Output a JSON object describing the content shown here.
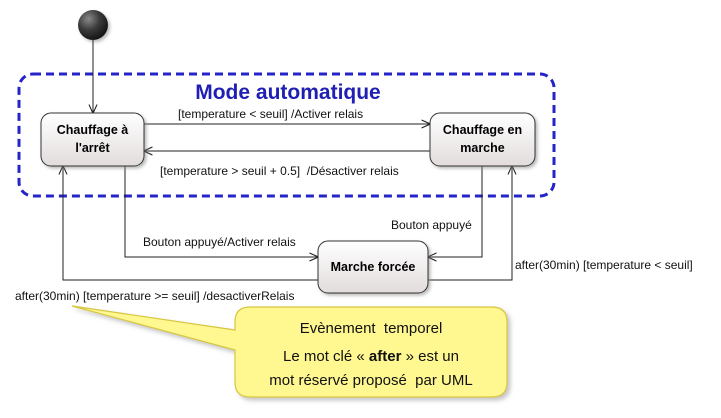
{
  "composite_state": {
    "title": "Mode automatique"
  },
  "states": {
    "off": {
      "line1": "Chauffage à",
      "line2": "l'arrêt"
    },
    "on": {
      "line1": "Chauffage en",
      "line2": "marche"
    },
    "forced": {
      "label": "Marche forcée"
    }
  },
  "transitions": {
    "off_to_on": "[temperature < seuil] /Activer relais",
    "on_to_off": "[temperature > seuil + 0.5]  /Désactiver relais",
    "off_to_forced": "Bouton appuyé/Activer relais",
    "on_to_forced": "Bouton appuyé",
    "forced_to_on": "after(30min) [temperature < seuil]",
    "forced_to_off": "after(30min) [temperature >= seuil] /desactiverRelais"
  },
  "note": {
    "title": "Evènement  temporel",
    "line1_prefix": "Le mot clé « ",
    "line1_keyword": "after",
    "line1_suffix": " » est un",
    "line2": "mot réservé proposé  par UML"
  },
  "colors": {
    "composite_border": "#2424c8",
    "title": "#1f1fb4",
    "note_fill": "#fff790",
    "note_border": "#d8c640"
  }
}
